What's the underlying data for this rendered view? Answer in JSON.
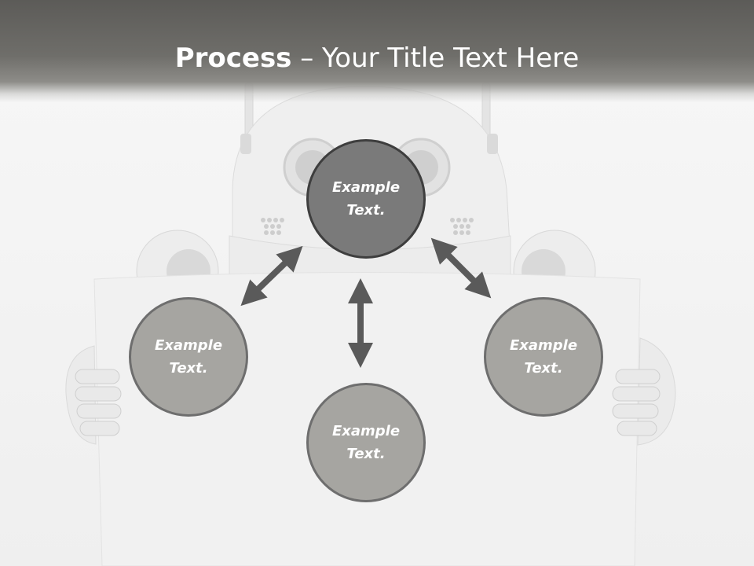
{
  "title": {
    "bold": "Process",
    "rest": " – Your Title Text Here"
  },
  "nodes": {
    "center": {
      "line1": "Example",
      "line2": "Text."
    },
    "left": {
      "line1": "Example",
      "line2": "Text."
    },
    "bottom": {
      "line1": "Example",
      "line2": "Text."
    },
    "right": {
      "line1": "Example",
      "line2": "Text."
    }
  },
  "colors": {
    "title_bar": "#6b6a66",
    "center_node": "#7a7a7a",
    "outer_node": "#a6a5a1",
    "arrow": "#5a5a5a",
    "text": "#ffffff"
  },
  "icons": {
    "arrows": "double-headed-arrow",
    "background": "robot-holding-sign"
  }
}
